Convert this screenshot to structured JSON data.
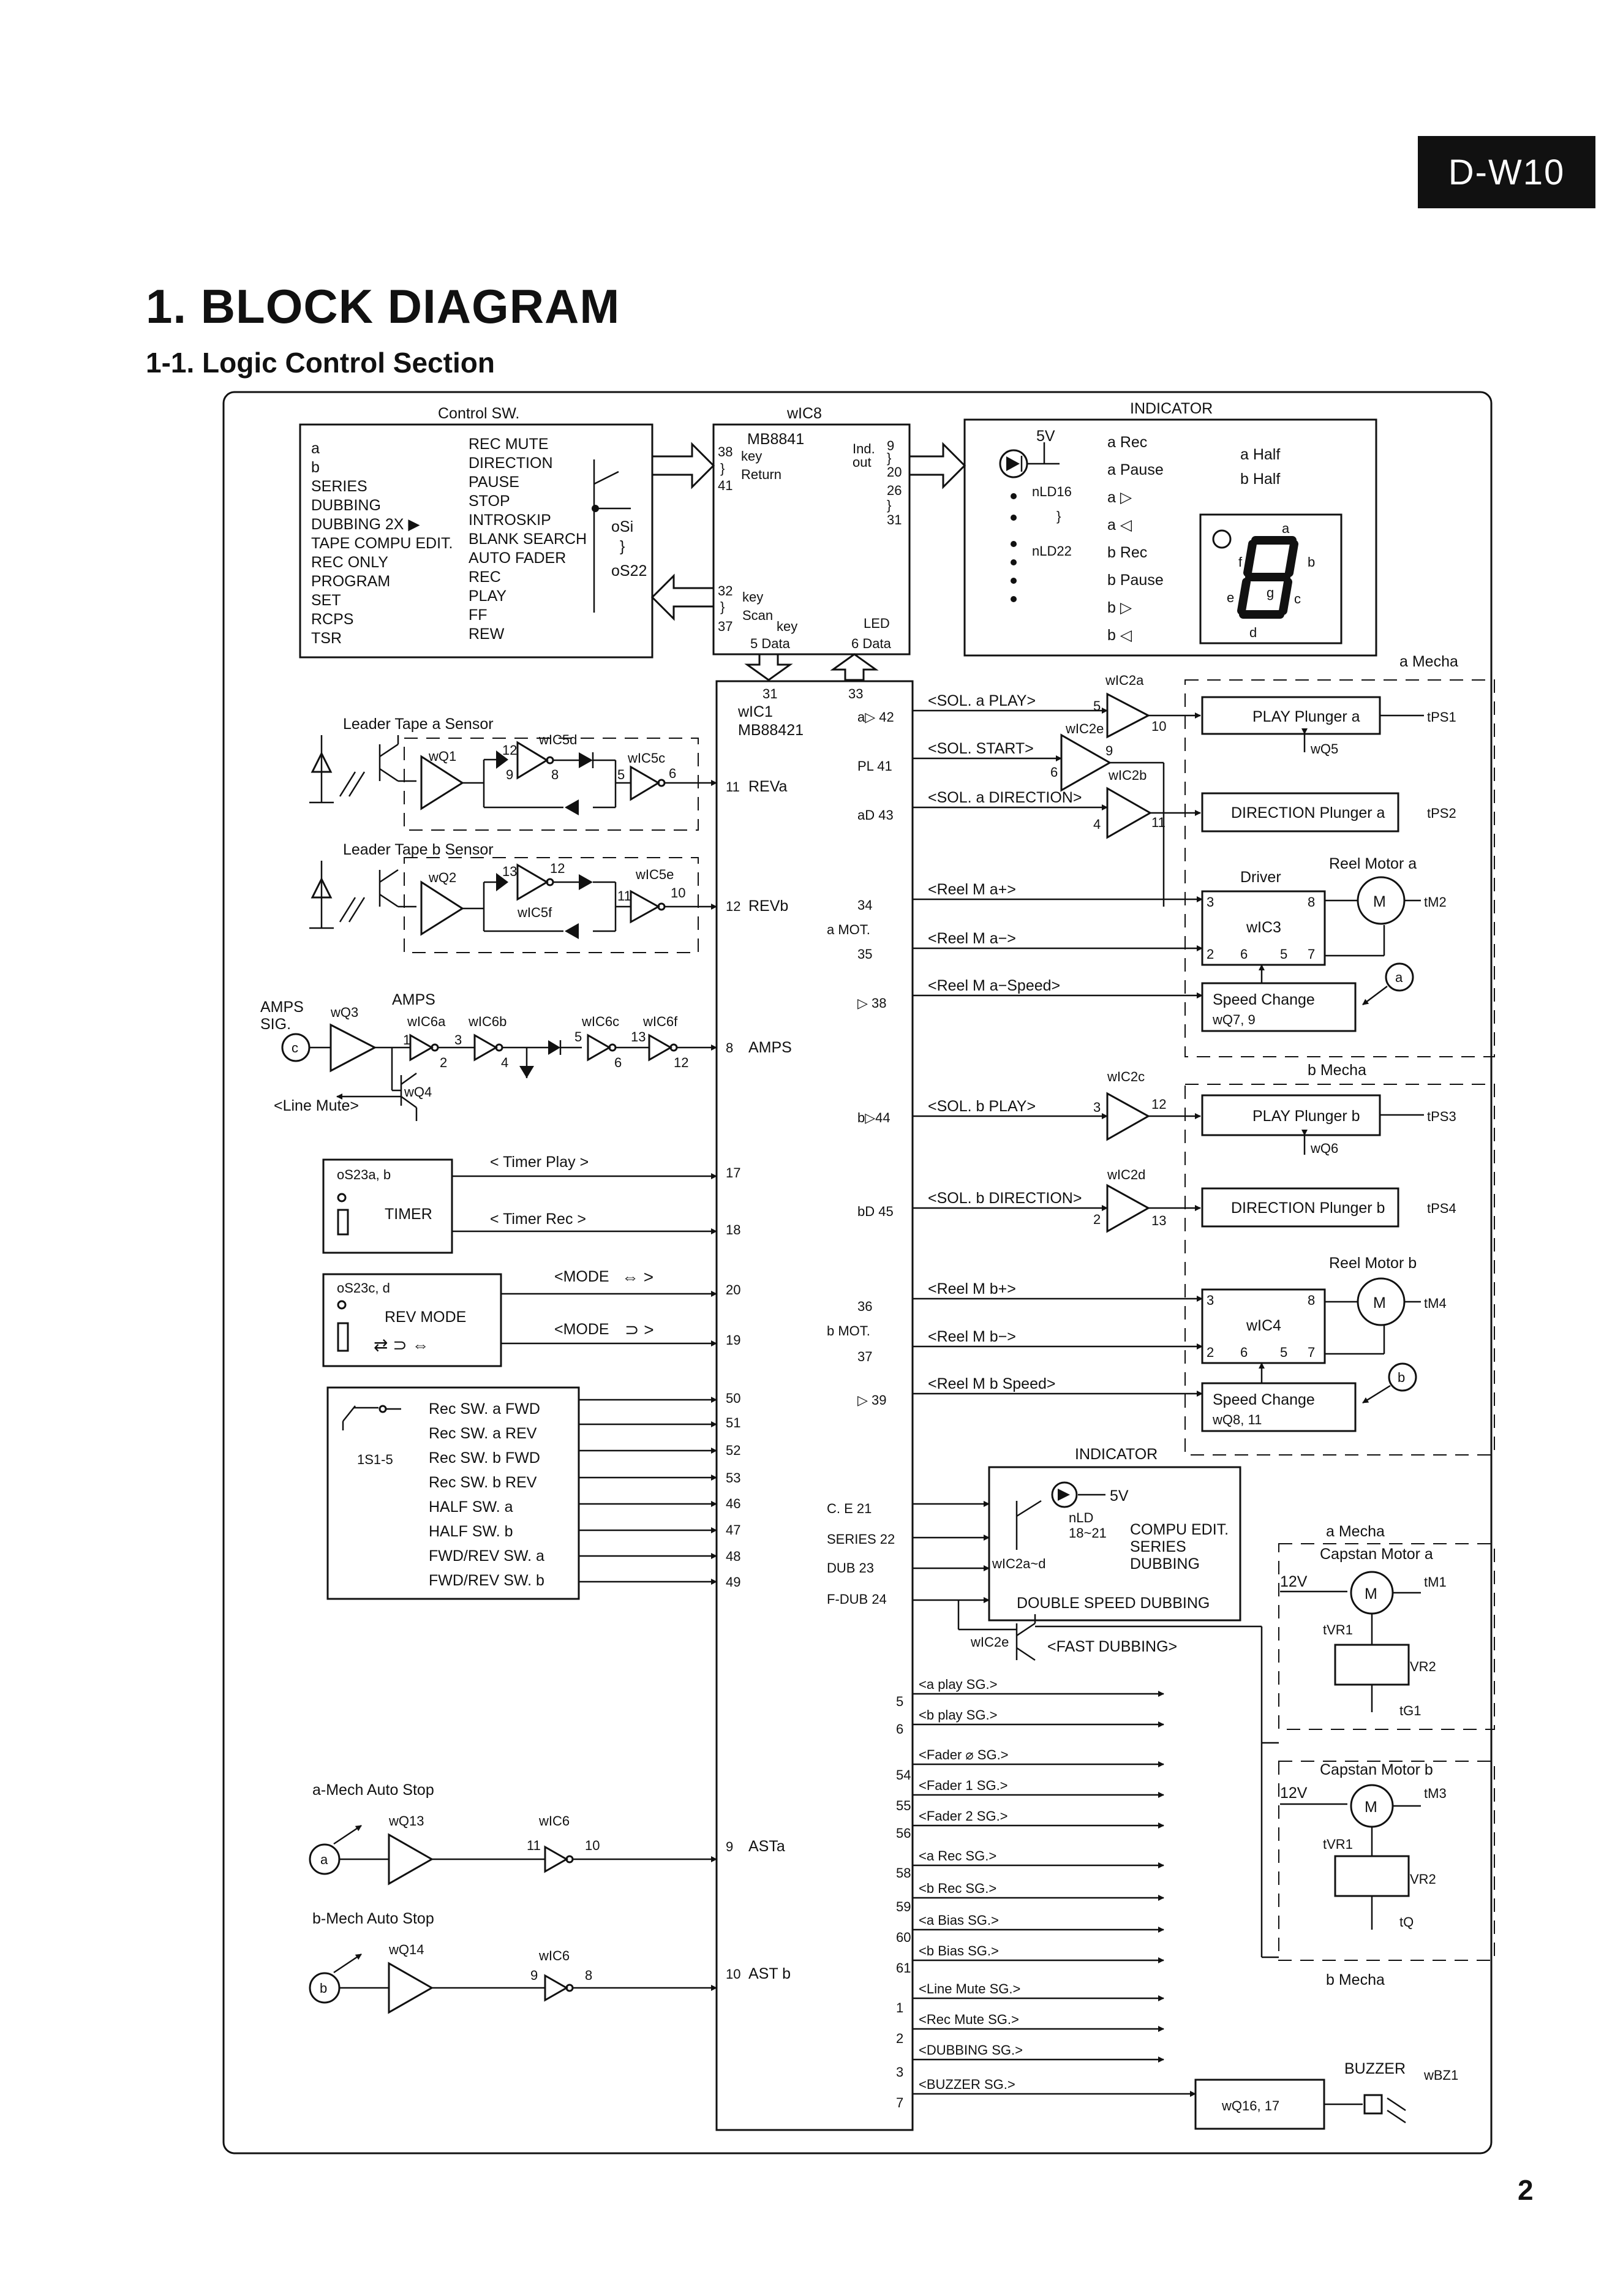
{
  "header": {
    "badge": "D-W10",
    "title": "1. BLOCK DIAGRAM",
    "subtitle": "1-1. Logic Control Section",
    "page_number": "2"
  },
  "control_sw": {
    "title": "Control SW.",
    "left_labels": [
      "a",
      "b",
      "SERIES",
      "DUBBING",
      "DUBBING 2X ▶",
      "TAPE COMPU EDIT.",
      "REC ONLY",
      "PROGRAM",
      "SET",
      "RCPS",
      "TSR"
    ],
    "right_labels": [
      "REC MUTE",
      "DIRECTION",
      "PAUSE",
      "STOP",
      "INTROSKIP",
      "BLANK SEARCH",
      "AUTO FADER",
      "REC",
      "PLAY",
      "FF",
      "REW"
    ],
    "switch_labels": [
      "oSi",
      "}",
      "oS22"
    ]
  },
  "ic8": {
    "title": "wIC8",
    "part": "MB8841",
    "left_pins": [
      "38",
      "}",
      "41"
    ],
    "left_labels": [
      "key",
      "Return"
    ],
    "right_top": [
      "Ind.",
      "out"
    ],
    "right_pins": [
      "9",
      "}",
      "20",
      "26",
      "}",
      "31"
    ],
    "bottom_left": [
      "32",
      "}",
      "37"
    ],
    "bottom_labels": [
      "key",
      "Scan",
      "key",
      "5 Data"
    ],
    "led_labels": [
      "LED",
      "6 Data"
    ]
  },
  "indicator_top": {
    "title": "INDICATOR",
    "supply": "5V",
    "led_labels": [
      "nLD16",
      "}",
      "nLD22"
    ],
    "left_labels": [
      "a Rec",
      "a Pause",
      "a ▷",
      "a ◁",
      "b Rec",
      "b Pause",
      "b ▷",
      "b ◁"
    ],
    "right_labels": [
      "a Half",
      "b Half"
    ],
    "segment_letters": [
      "a",
      "b",
      "c",
      "d",
      "e",
      "f",
      "g"
    ]
  },
  "ic1": {
    "title": "wIC1",
    "part": "MB88421",
    "top_pins": [
      "31",
      "33"
    ],
    "left_pins": [
      {
        "pin": "11",
        "label": "REVa"
      },
      {
        "pin": "12",
        "label": "REVb"
      },
      {
        "pin": "8",
        "label": "AMPS"
      },
      {
        "pin": "17",
        "label": ""
      },
      {
        "pin": "18",
        "label": ""
      },
      {
        "pin": "20",
        "label": ""
      },
      {
        "pin": "19",
        "label": ""
      },
      {
        "pin": "50",
        "label": ""
      },
      {
        "pin": "51",
        "label": ""
      },
      {
        "pin": "52",
        "label": ""
      },
      {
        "pin": "53",
        "label": ""
      },
      {
        "pin": "46",
        "label": ""
      },
      {
        "pin": "47",
        "label": ""
      },
      {
        "pin": "48",
        "label": ""
      },
      {
        "pin": "49",
        "label": ""
      },
      {
        "pin": "9",
        "label": "ASTa"
      },
      {
        "pin": "10",
        "label": "AST b"
      }
    ],
    "right_pins": [
      {
        "pin": "a▷ 42"
      },
      {
        "pin": "PL 41"
      },
      {
        "pin": "aD 43"
      },
      {
        "pin": "34"
      },
      {
        "pin": "a MOT."
      },
      {
        "pin": "35"
      },
      {
        "pin": "▷ 38"
      },
      {
        "pin": "b▷44"
      },
      {
        "pin": "bD 45"
      },
      {
        "pin": "36"
      },
      {
        "pin": "b MOT."
      },
      {
        "pin": "37"
      },
      {
        "pin": "▷ 39"
      },
      {
        "pin": "C. E 21"
      },
      {
        "pin": "SERIES 22"
      },
      {
        "pin": "DUB 23"
      },
      {
        "pin": "F-DUB 24"
      }
    ],
    "lower_right_pins": [
      "5",
      "6",
      "54",
      "55",
      "56",
      "58",
      "59",
      "60",
      "61",
      "1",
      "2",
      "3",
      "7"
    ]
  },
  "signals": {
    "a_side": [
      "<SOL. a PLAY>",
      "<SOL. START>",
      "<SOL. a DIRECTION>",
      "<Reel M a+>",
      "<Reel M a−>",
      "<Reel M a−Speed>"
    ],
    "b_side": [
      "<SOL. b PLAY>",
      "<SOL. b DIRECTION>",
      "<Reel M b+>",
      "<Reel M b−>",
      "<Reel M b Speed>"
    ],
    "outputs": [
      "<a play SG.>",
      "<b play SG.>",
      "<Fader ⌀ SG.>",
      "<Fader 1 SG.>",
      "<Fader 2 SG.>",
      "<a Rec SG.>",
      "<b Rec SG.>",
      "<a Bias SG.>",
      "<b Bias SG.>",
      "<Line Mute SG.>",
      "<Rec Mute SG.>",
      "<DUBBING SG.>",
      "<BUZZER SG.>"
    ],
    "fast_dubbing": "<FAST DUBBING>",
    "timer_play": "< Timer Play >",
    "timer_rec": "< Timer Rec >",
    "mode1": "<MODE",
    "mode2": "<MODE",
    "line_mute": "<Line Mute>"
  },
  "a_mecha": {
    "title": "a Mecha",
    "ic_labels": [
      "wIC2a",
      "wIC2e",
      "wIC2b"
    ],
    "pin_labels": [
      "5",
      "10",
      "9",
      "6",
      "4",
      "11"
    ],
    "play_plunger": "PLAY Plunger a",
    "play_tag": "tPS1",
    "q5": "wQ5",
    "direction_plunger": "DIRECTION Plunger a",
    "direction_tag": "tPS2",
    "driver": "Driver",
    "reel_motor": "Reel Motor a",
    "ic3": "wIC3",
    "ic3_pins": [
      "3",
      "8",
      "2",
      "6",
      "5",
      "7"
    ],
    "motor_tag": "tM2",
    "speed_change": "Speed Change",
    "speed_q": "wQ7, 9",
    "circle": "a"
  },
  "b_mecha": {
    "title": "b Mecha",
    "ic_labels": [
      "wIC2c",
      "wIC2d"
    ],
    "pin_labels": [
      "3",
      "12",
      "2",
      "13"
    ],
    "play_plunger": "PLAY Plunger b",
    "play_tag": "tPS3",
    "q6": "wQ6",
    "direction_plunger": "DIRECTION Plunger b",
    "direction_tag": "tPS4",
    "reel_motor": "Reel Motor b",
    "ic4": "wIC4",
    "ic4_pins": [
      "3",
      "8",
      "2",
      "6",
      "5",
      "7"
    ],
    "motor_tag": "tM4",
    "speed_change": "Speed Change",
    "speed_q": "wQ8, 11",
    "circle": "b"
  },
  "sensors": {
    "a_title": "Leader Tape a Sensor",
    "a_labels": [
      "wQ1",
      "wIC5d",
      "12",
      "9",
      "8",
      "wIC5c",
      "5",
      "6"
    ],
    "b_title": "Leader Tape b Sensor",
    "b_labels": [
      "wQ2",
      "13",
      "12",
      "wIC5f",
      "wIC5e",
      "11",
      "10"
    ]
  },
  "amps": {
    "in_label": [
      "AMPS",
      "SIG."
    ],
    "amps_label": "AMPS",
    "q3": "wQ3",
    "q4": "wQ4",
    "ic_labels": [
      "wIC6a",
      "wIC6b",
      "wIC6c",
      "wIC6f"
    ],
    "pin_labels": [
      "1",
      "2",
      "3",
      "4",
      "5",
      "6",
      "13",
      "12"
    ],
    "circle": "c"
  },
  "timer": {
    "switch": "oS23a, b",
    "label": "TIMER"
  },
  "rev_mode": {
    "switch": "oS23c, d",
    "label": "REV MODE"
  },
  "rec_switches": {
    "switch": "1S1-5",
    "labels": [
      "Rec SW. a FWD",
      "Rec SW. a REV",
      "Rec SW. b FWD",
      "Rec SW. b REV",
      "HALF SW. a",
      "HALF SW. b",
      "FWD/REV SW. a",
      "FWD/REV SW. b"
    ]
  },
  "indicator_mid": {
    "title": "INDICATOR",
    "supply": "5V",
    "led": "nLD",
    "led_range": "18~21",
    "ic": "wIC2a~d",
    "labels": [
      "COMPU EDIT.",
      "SERIES",
      "DUBBING"
    ],
    "bottom": "DOUBLE SPEED DUBBING",
    "ic2e": "wIC2e"
  },
  "capstan_a": {
    "title": "a Mecha",
    "motor_label": "Capstan Motor a",
    "v": "12V",
    "motor": "M",
    "tag": "tM1",
    "vr": "tVR1",
    "vr2": "VR2",
    "ic": "tG1"
  },
  "capstan_b": {
    "title": "b Mecha",
    "motor_label": "Capstan Motor b",
    "v": "12V",
    "motor": "M",
    "tag": "tM3",
    "vr": "tVR1",
    "vr2": "VR2",
    "ic": "tQ"
  },
  "auto_stop": {
    "a_title": "a-Mech Auto Stop",
    "a_q": "wQ13",
    "a_ic": "wIC6",
    "a_pins": [
      "11",
      "10"
    ],
    "a_circle": "a",
    "b_title": "b-Mech Auto Stop",
    "b_q": "wQ14",
    "b_ic": "wIC6",
    "b_pins": [
      "9",
      "8"
    ],
    "b_circle": "b"
  },
  "buzzer": {
    "label": "BUZZER",
    "tag": "wBZ1",
    "driver": "wQ16, 17"
  }
}
